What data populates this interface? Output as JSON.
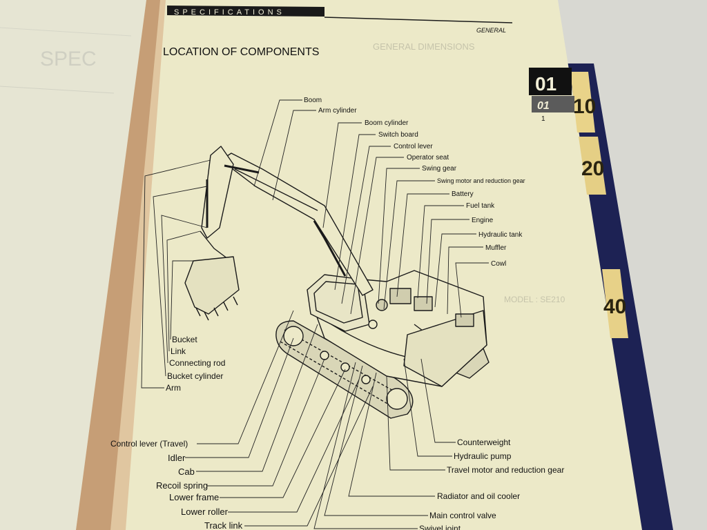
{
  "page": {
    "section_banner": "SPECIFICATIONS",
    "section_sub": "GENERAL",
    "title": "LOCATION OF COMPONENTS",
    "tab_number": "01",
    "tab_number_italic": "01",
    "page_number": "1"
  },
  "side_tabs": [
    "10",
    "20",
    "40"
  ],
  "colors": {
    "paper": "#ece9c8",
    "paper_left": "#e7e6cf",
    "binding": "#c9a17a",
    "cover": "#1d2254",
    "tab_yellow": "#e9d389",
    "banner": "#1a1a1a"
  },
  "labels_top": [
    "Boom",
    "Arm cylinder",
    "Boom cylinder",
    "Switch board",
    "Control lever",
    "Operator seat",
    "Swing gear",
    "Swing motor and reduction gear",
    "Battery",
    "Fuel tank",
    "Engine",
    "Hydraulic tank",
    "Muffler",
    "Cowl"
  ],
  "labels_left_mid": [
    "Bucket",
    "Link",
    "Connecting rod",
    "Bucket cylinder",
    "Arm"
  ],
  "labels_left_low": [
    "Control lever (Travel)",
    "Idler",
    "Cab",
    "Recoil spring",
    "Lower frame",
    "Lower roller",
    "Track link"
  ],
  "labels_right_low": [
    "Counterweight",
    "Hydraulic pump",
    "Travel motor and reduction gear",
    "Radiator and oil cooler",
    "Main control valve",
    "Swivel joint"
  ],
  "ghost": {
    "left_page_heading": "SPEC",
    "mirror_title": "GENERAL DIMENSIONS",
    "mirror_model": "MODEL : SE210"
  }
}
